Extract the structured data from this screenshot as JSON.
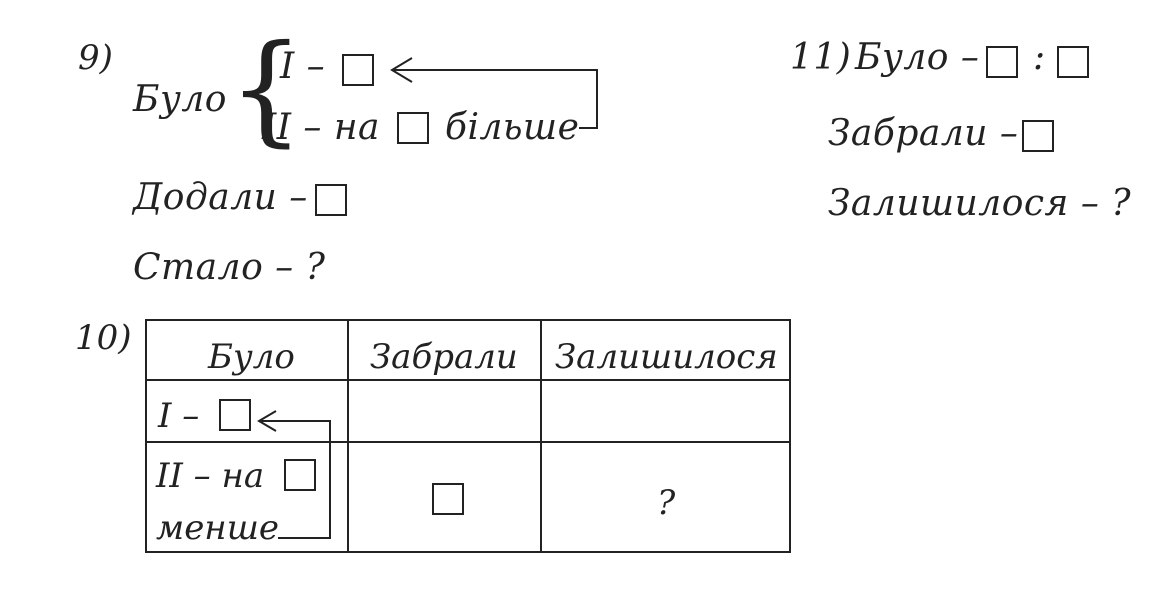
{
  "task9": {
    "number": "9)",
    "bulo": "Було",
    "first": "I –",
    "second_pre": "II – на",
    "second_post": "більше",
    "dodaly": "Додали –",
    "stalo": "Стало – ?"
  },
  "task11": {
    "number": "11)",
    "bulo": "Було –",
    "colon": ":",
    "zabraly": "Забрали –",
    "zalyshylos": "Залишилося – ?"
  },
  "task10": {
    "number": "10)",
    "headers": [
      "Було",
      "Забрали",
      "Залишилося"
    ],
    "row1_label": "I –",
    "row2_label_pre": "II – на",
    "row2_label_post": "менше",
    "question": "?"
  }
}
